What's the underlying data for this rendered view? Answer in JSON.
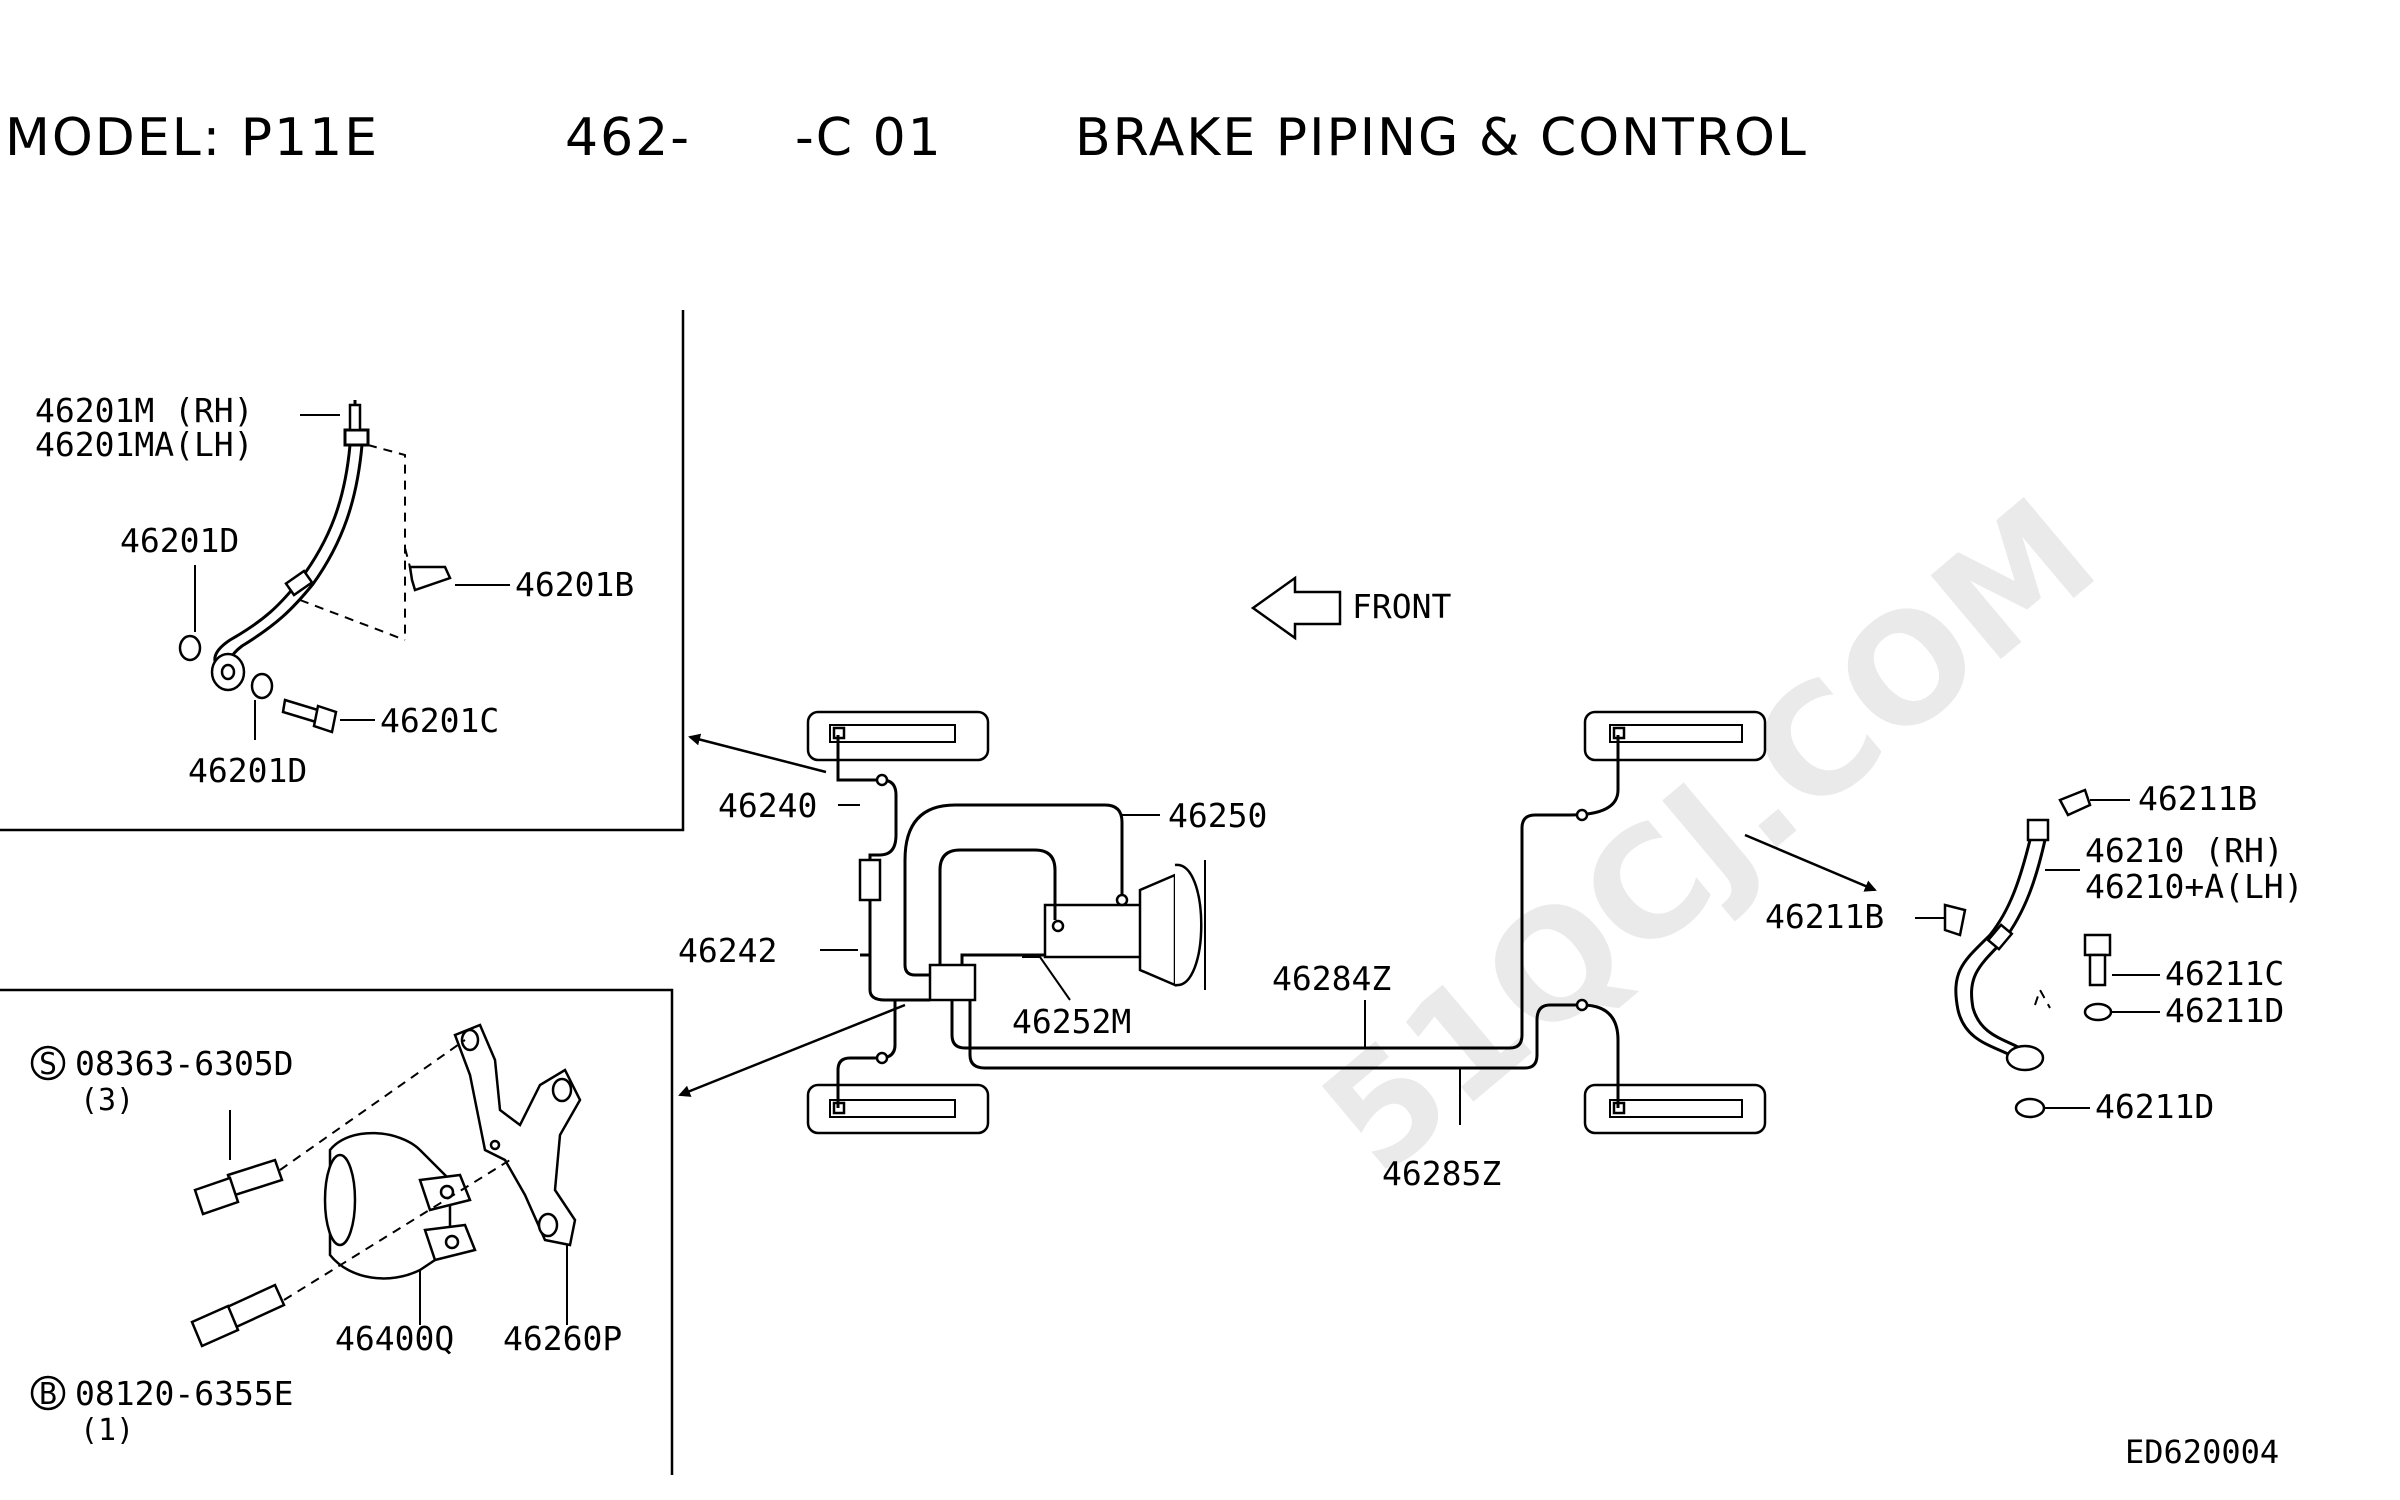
{
  "header": {
    "model": "MODEL: P11E",
    "group_code": "462-",
    "variant": "-C 01",
    "section_title": "BRAKE PIPING & CONTROL"
  },
  "watermark": {
    "text": "51QCJ.COM"
  },
  "direction": {
    "label": "FRONT"
  },
  "detail_front_hose": {
    "labels": {
      "hose_rh": "46201M  (RH)",
      "hose_lh": "46201MA(LH)",
      "washer_top": "46201D",
      "clip": "46201B",
      "bolt": "46201C",
      "washer_bottom": "46201D"
    }
  },
  "main_layout": {
    "labels": {
      "p46240": "46240",
      "p46242": "46242",
      "p46250": "46250",
      "p46252m": "46252M",
      "p46284z": "46284Z",
      "p46285z": "46285Z"
    }
  },
  "detail_valve": {
    "labels": {
      "screw_code": "08363-6305D",
      "screw_qty": "(3)",
      "bolt_code": "08120-6355E",
      "bolt_qty": "(1)",
      "valve": "46400Q",
      "bracket": "46260P"
    },
    "markers": {
      "screw": "S",
      "bolt": "B"
    }
  },
  "detail_rear_hose": {
    "labels": {
      "clip_top": "46211B",
      "hose_rh": "46210   (RH)",
      "hose_lh": "46210+A(LH)",
      "clip_left": "46211B",
      "bolt": "46211C",
      "washer_top": "46211D",
      "washer_bottom": "46211D"
    }
  },
  "footer": {
    "figure_code": "ED620004"
  }
}
